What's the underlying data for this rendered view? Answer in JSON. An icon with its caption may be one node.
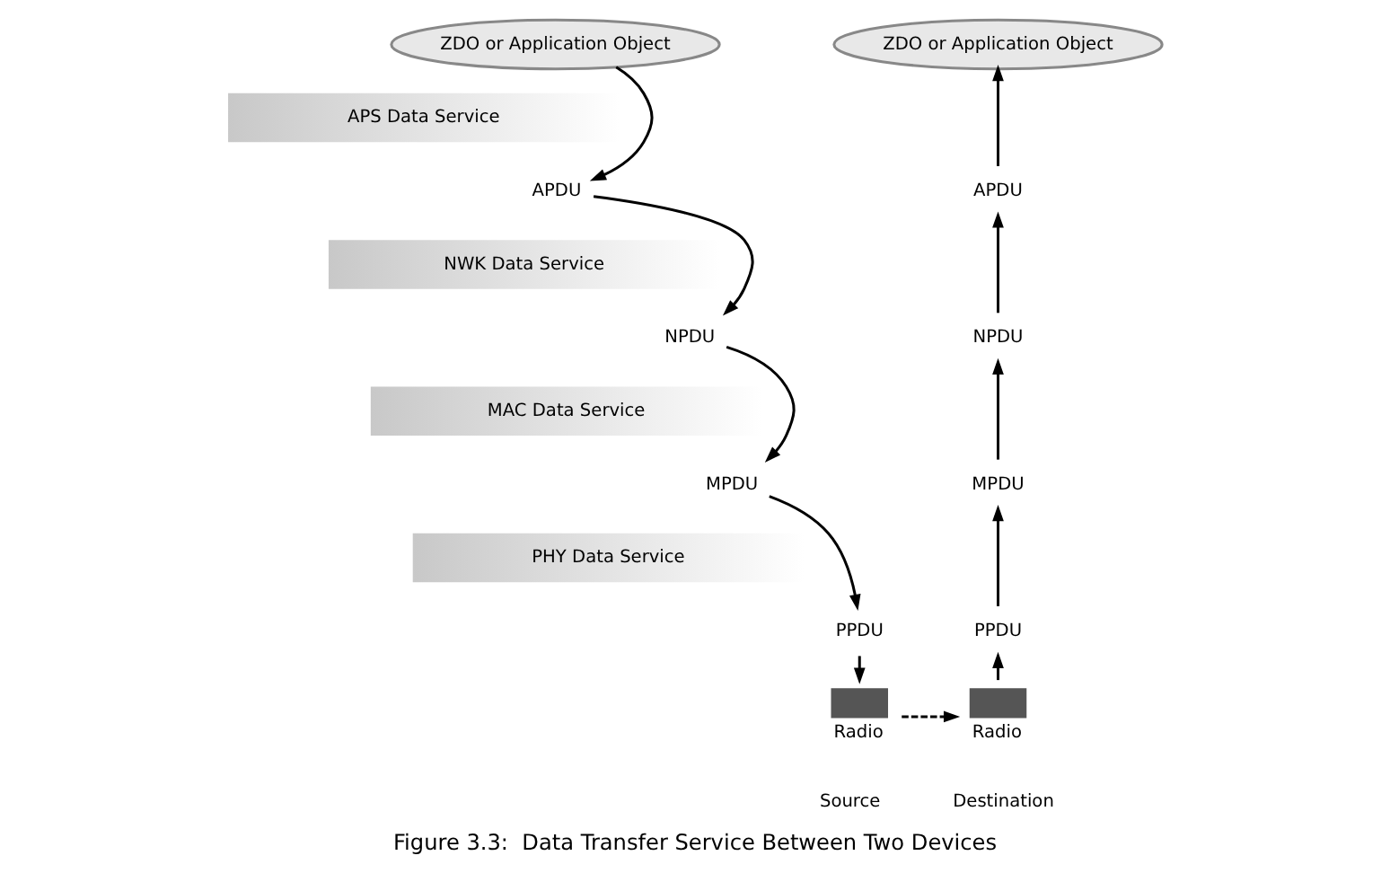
{
  "diagram": {
    "caption": "Figure 3.3:  Data Transfer Service Between Two Devices",
    "nodes": [
      {
        "text": [
          "ZDO or Application Object"
        ]
      },
      {
        "text": [
          "ZDO or Application Object"
        ]
      },
      {
        "text": [
          "APS Data Service"
        ]
      },
      {
        "text": [
          "APDU"
        ]
      },
      {
        "text": [
          "APDU"
        ]
      },
      {
        "text": [
          "NWK Data Service"
        ]
      },
      {
        "text": [
          "NPDU"
        ]
      },
      {
        "text": [
          "NPDU"
        ]
      },
      {
        "text": [
          "MAC Data Service"
        ]
      },
      {
        "text": [
          "MPDU"
        ]
      },
      {
        "text": [
          "MPDU"
        ]
      },
      {
        "text": [
          "PHY Data Service"
        ]
      },
      {
        "text": [
          "PPDU"
        ]
      },
      {
        "text": [
          "PPDU"
        ]
      },
      {
        "text": [
          "Radio"
        ]
      },
      {
        "text": [
          "Radio"
        ]
      }
    ],
    "edges": [
      {
        "from": 0,
        "to": 3,
        "arrow": "to"
      },
      {
        "from": 3,
        "to": 6,
        "arrow": "to"
      },
      {
        "from": 6,
        "to": 9,
        "arrow": "to"
      },
      {
        "from": 9,
        "to": 12,
        "arrow": "to"
      },
      {
        "from": 12,
        "to": 14,
        "arrow": "to"
      },
      {
        "from": 14,
        "to": 15,
        "arrow": "to",
        "style": "dashed"
      },
      {
        "from": 15,
        "to": 13,
        "arrow": "to"
      },
      {
        "from": 13,
        "to": 10,
        "arrow": "to"
      },
      {
        "from": 10,
        "to": 7,
        "arrow": "to"
      },
      {
        "from": 7,
        "to": 4,
        "arrow": "to"
      },
      {
        "from": 4,
        "to": 1,
        "arrow": "to"
      }
    ],
    "labels": [
      "Source",
      "Destination"
    ]
  }
}
